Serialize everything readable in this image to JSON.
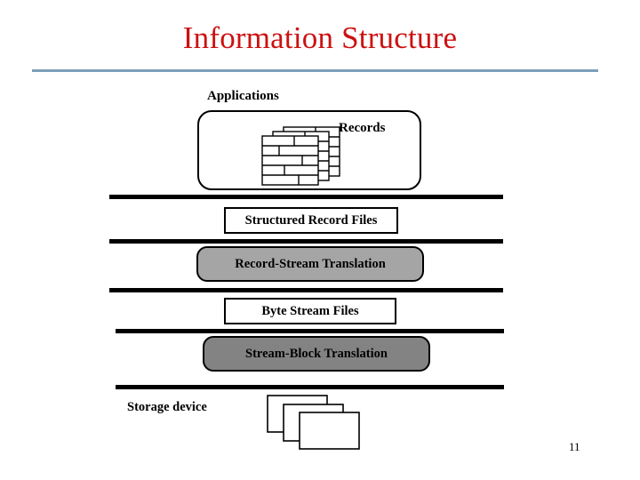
{
  "slide": {
    "title": "Information Structure",
    "page_number": "11",
    "title_color": "#cc1111",
    "rule_color": "#7d9fba"
  },
  "diagram": {
    "applications": {
      "label": "Applications",
      "records_label": "Records",
      "records_icon": "record-stack-icon"
    },
    "layers": [
      {
        "name": "structured-record-files",
        "label": "Structured Record Files",
        "style": "white",
        "fill": "#ffffff"
      },
      {
        "name": "record-stream-translation",
        "label": "Record-Stream Translation",
        "style": "gray-a",
        "fill": "#a5a5a5"
      },
      {
        "name": "byte-stream-files",
        "label": "Byte Stream Files",
        "style": "white",
        "fill": "#ffffff"
      },
      {
        "name": "stream-block-translation",
        "label": "Stream-Block Translation",
        "style": "gray-b",
        "fill": "#838383"
      }
    ],
    "storage": {
      "label": "Storage device",
      "icon": "disk-stack-icon"
    },
    "dividers": 5
  }
}
